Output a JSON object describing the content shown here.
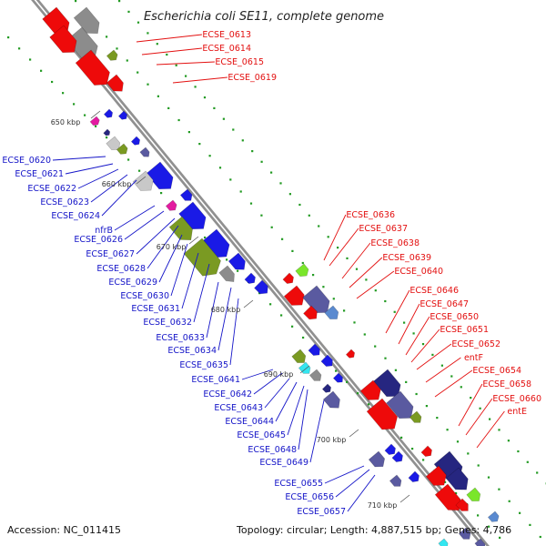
{
  "title": "Escherichia coli SE11, complete genome",
  "accession": "Accession: NC_011415",
  "topology": "Topology: circular; Length: 4,887,515 bp; Genes: 4,786",
  "colors": {
    "red": "#ee0a0a",
    "gray": "#8c8c8c",
    "silver": "#c8c8c8",
    "olive": "#7a9a22",
    "blue": "#1a1ae6",
    "navy": "#262680",
    "slate": "#5a5aa0",
    "magenta": "#e31ba0",
    "cyan": "#33e6f0",
    "lime": "#7ae62a",
    "steel": "#5a8ad0",
    "label_red": "#e31010",
    "label_blue": "#1515c8"
  },
  "ticks": [
    "650 kbp",
    "660 kbp",
    "670 kbp",
    "680 kbp",
    "690 kbp",
    "700 kbp",
    "710 kbp"
  ],
  "red_labels": [
    "ECSE_0613",
    "ECSE_0614",
    "ECSE_0615",
    "ECSE_0619",
    "ECSE_0636",
    "ECSE_0637",
    "ECSE_0638",
    "ECSE_0639",
    "ECSE_0640",
    "ECSE_0646",
    "ECSE_0647",
    "ECSE_0650",
    "ECSE_0651",
    "ECSE_0652",
    "entF",
    "ECSE_0654",
    "ECSE_0658",
    "ECSE_0660",
    "entE"
  ],
  "blue_labels": [
    "ECSE_0620",
    "ECSE_0621",
    "ECSE_0622",
    "ECSE_0623",
    "ECSE_0624",
    "nfrB",
    "ECSE_0626",
    "ECSE_0627",
    "ECSE_0628",
    "ECSE_0629",
    "ECSE_0630",
    "ECSE_0631",
    "ECSE_0632",
    "ECSE_0633",
    "ECSE_0634",
    "ECSE_0635",
    "ECSE_0641",
    "ECSE_0642",
    "ECSE_0643",
    "ECSE_0644",
    "ECSE_0645",
    "ECSE_0648",
    "ECSE_0649",
    "ECSE_0655",
    "ECSE_0656",
    "ECSE_0657"
  ]
}
